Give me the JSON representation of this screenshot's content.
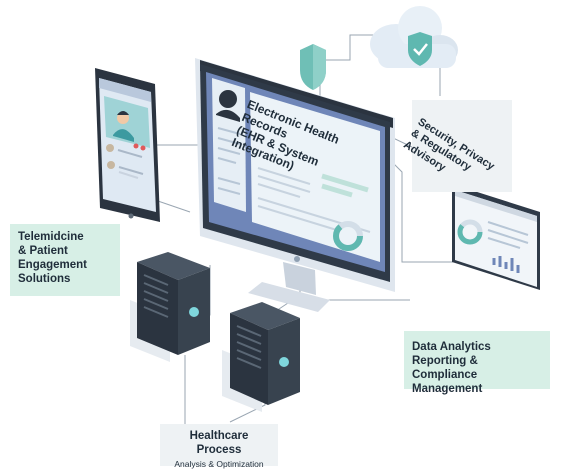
{
  "labels": {
    "telemedicine": {
      "line1": "Telemidcine",
      "line2": "& Patient",
      "line3": "Engagement",
      "line4": "Solutions"
    },
    "security": {
      "line1": "Security, Privacy",
      "line2": "& Regulatory",
      "line3": "Advisory"
    },
    "data_analytics": {
      "line1": "Data Analytics",
      "line2": "Reporting & Compliance",
      "line3": "Management"
    },
    "healthcare_process": {
      "title": "Healthcare Process",
      "subtitle": "Analysis & Optimization"
    },
    "ehr": {
      "line1": "Electronic Health Records",
      "line2": "(EHR & System",
      "line3": "Integration)"
    }
  },
  "colors": {
    "teal_box": "#d7efe6",
    "gray_box": "#eef2f4",
    "screen_blue": "#6f86b8",
    "server_dark": "#2b3440",
    "accent_teal": "#5fb8b0"
  },
  "icons": [
    "cloud-icon",
    "shield-check-icon",
    "shield-icon",
    "avatar-icon",
    "donut-chart-icon",
    "bar-chart-icon"
  ]
}
